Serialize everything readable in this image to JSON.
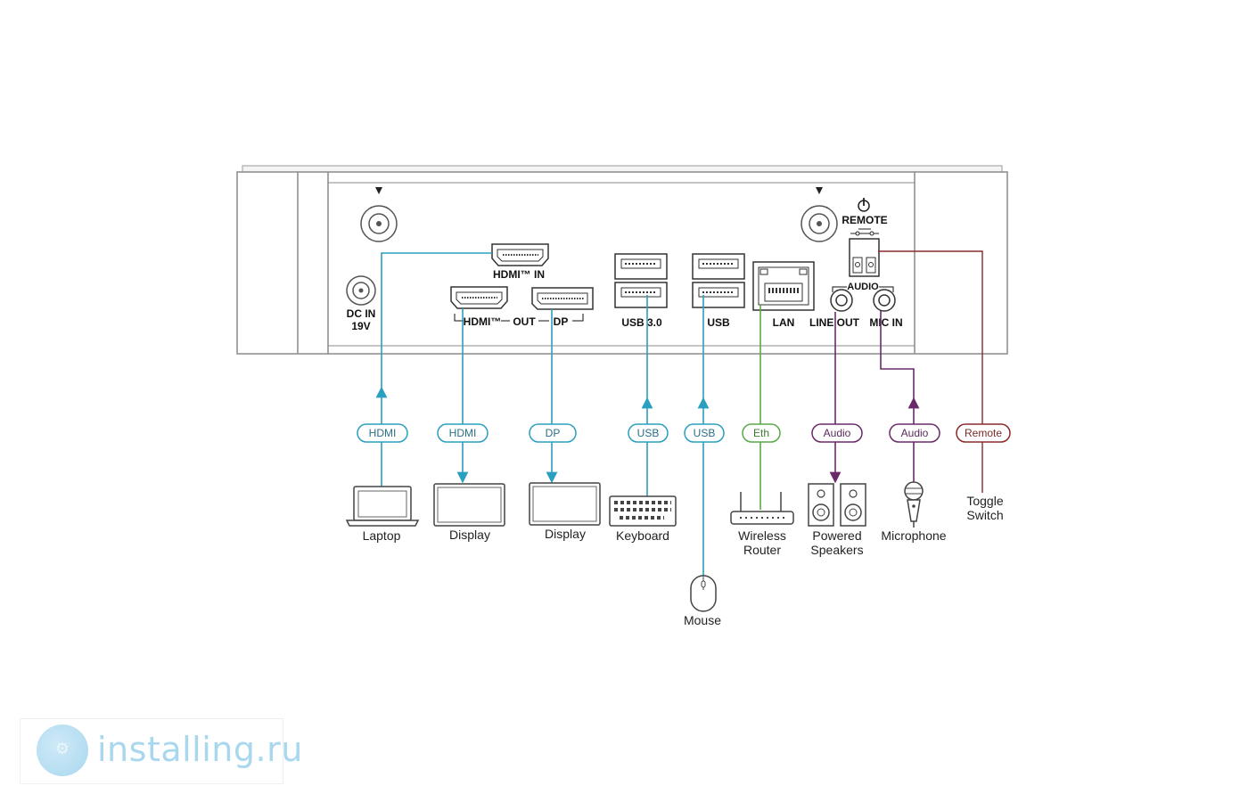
{
  "device": {
    "ports": {
      "dc_in": [
        "DC IN",
        "19V"
      ],
      "hdmi_in": "HDMI™ IN",
      "hdmi_out": "HDMI™",
      "out": "OUT",
      "dp": "DP",
      "usb30": "USB 3.0",
      "usb": "USB",
      "lan": "LAN",
      "remote": "REMOTE",
      "audio": "AUDIO",
      "line_out": "LINE OUT",
      "mic_in": "MIC IN"
    }
  },
  "cables": {
    "hdmi_in": "HDMI",
    "hdmi_out": "HDMI",
    "dp": "DP",
    "usb_kbd": "USB",
    "usb_mouse": "USB",
    "eth": "Eth",
    "audio_out": "Audio",
    "audio_in": "Audio",
    "remote": "Remote"
  },
  "devices": {
    "laptop": "Laptop",
    "display1": "Display",
    "display2": "Display",
    "keyboard": "Keyboard",
    "mouse": "Mouse",
    "router": [
      "Wireless",
      "Router"
    ],
    "speakers": [
      "Powered",
      "Speakers"
    ],
    "microphone": "Microphone",
    "toggle": [
      "Toggle",
      "Switch"
    ]
  },
  "colors": {
    "video_usb": "#2a9fc0",
    "ethernet": "#5aa84a",
    "audio": "#6a2a6a",
    "remote": "#8a2a2a"
  },
  "watermark": {
    "text": "installing.ru"
  }
}
